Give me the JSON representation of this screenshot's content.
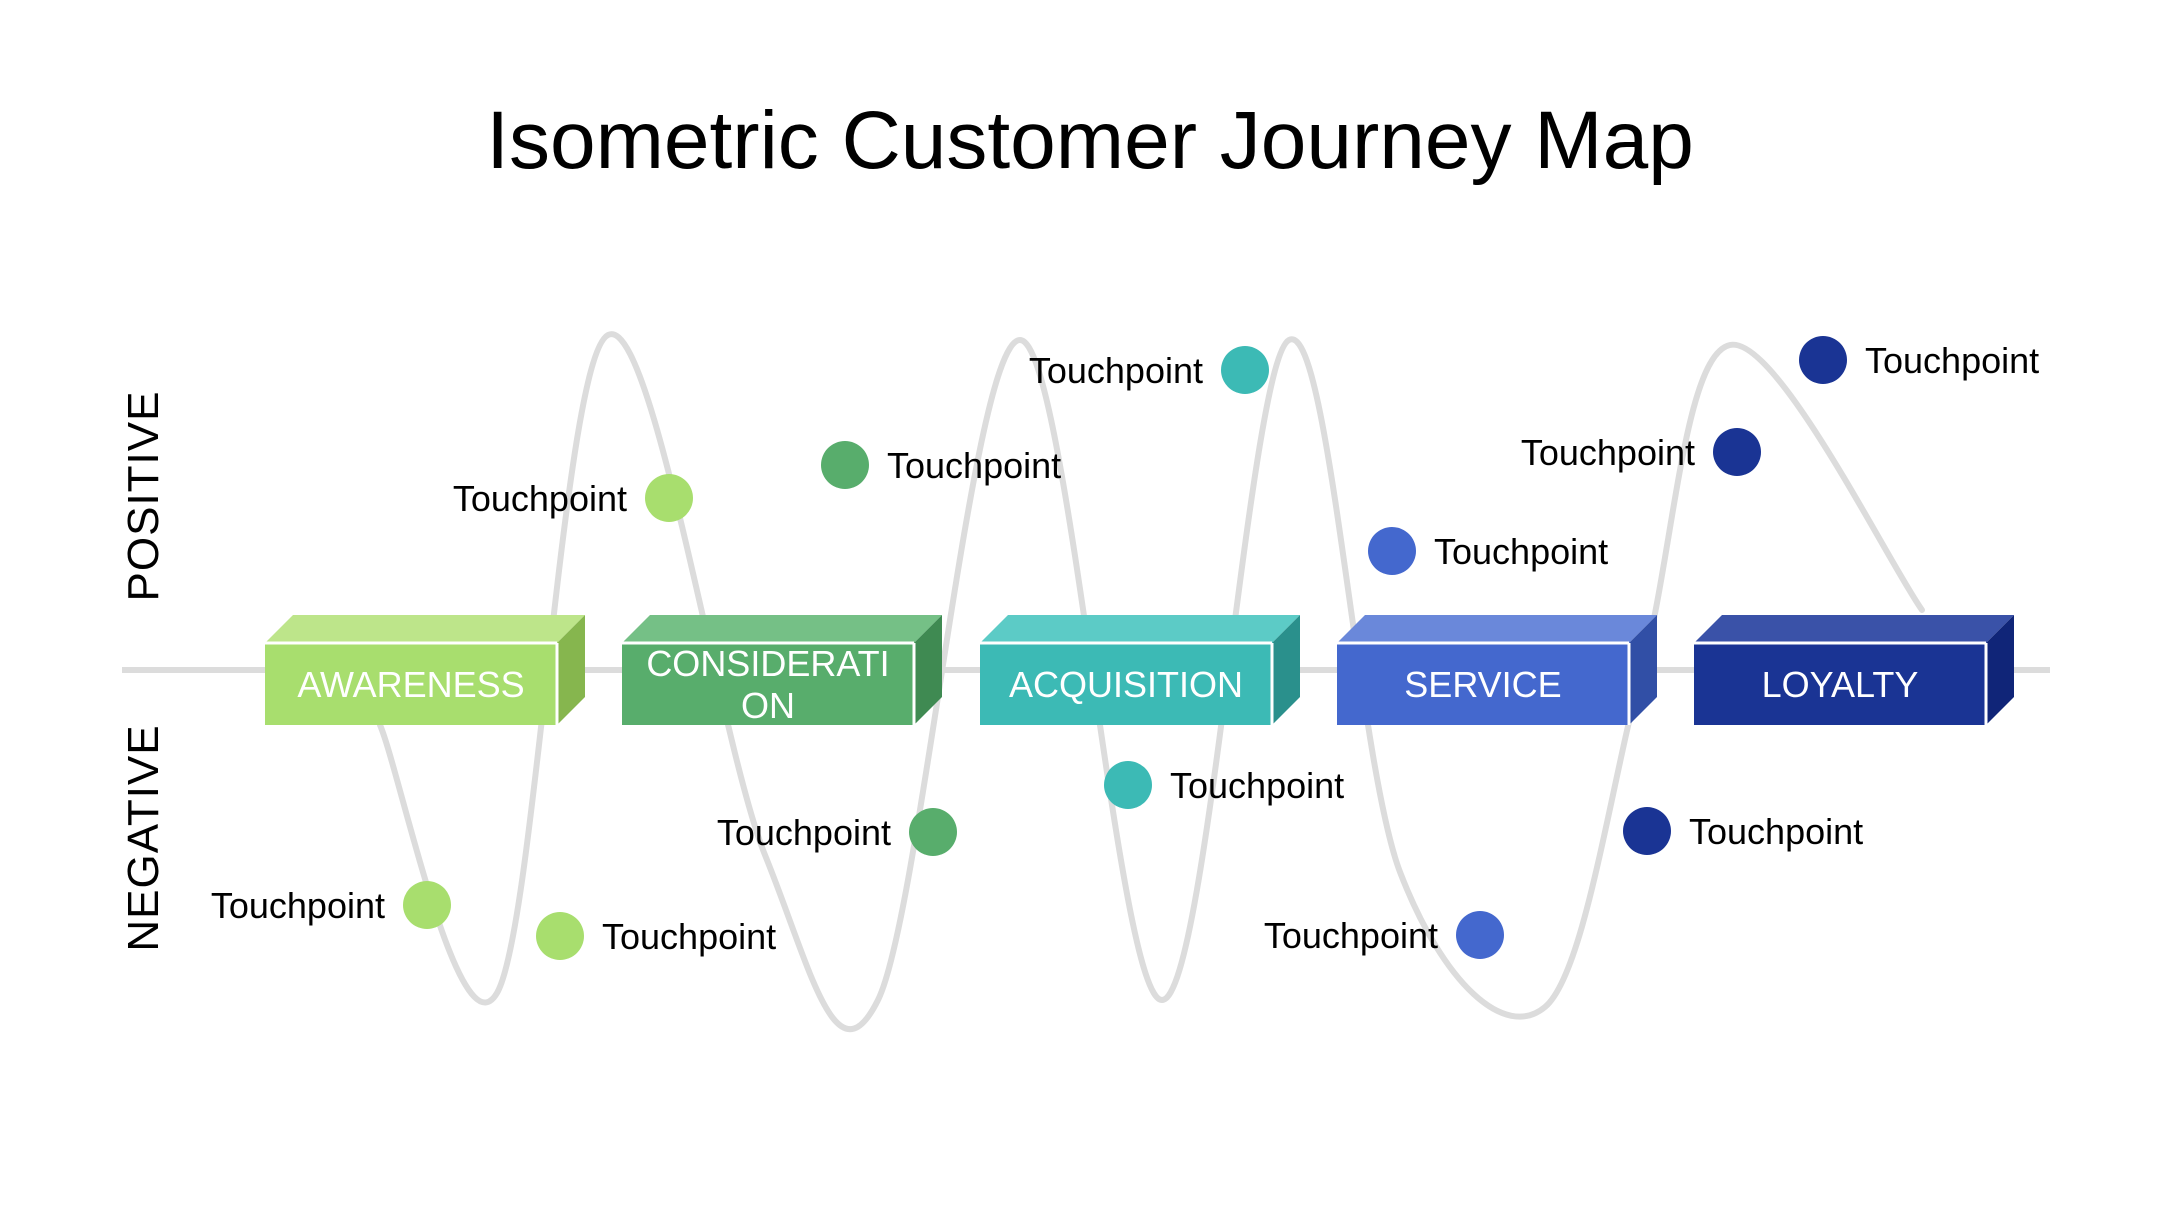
{
  "title": "Isometric Customer Journey Map",
  "axis": {
    "positive": "POSITIVE",
    "negative": "NEGATIVE"
  },
  "colors": {
    "curve": "#dcdcdc",
    "baseline": "#dcdcdc"
  },
  "stages": [
    {
      "label": "AWARENESS",
      "lines": [
        "AWARENESS"
      ],
      "front": "#a8de6e",
      "top": "#bde58a",
      "side": "#86b64e"
    },
    {
      "label": "CONSIDERATION",
      "lines": [
        "CONSIDERATI",
        "ON"
      ],
      "front": "#58ad6c",
      "top": "#75c086",
      "side": "#3f8a52"
    },
    {
      "label": "ACQUISITION",
      "lines": [
        "ACQUISITION"
      ],
      "front": "#3cbab5",
      "top": "#5ccbc6",
      "side": "#2a908c"
    },
    {
      "label": "SERVICE",
      "lines": [
        "SERVICE"
      ],
      "front": "#4468ce",
      "top": "#6a88da",
      "side": "#314fa6"
    },
    {
      "label": "LOYALTY",
      "lines": [
        "LOYALTY"
      ],
      "front": "#1a3494",
      "top": "#3a52a8",
      "side": "#102578"
    }
  ],
  "touchpoints": [
    {
      "label": "Touchpoint",
      "stage": 0,
      "color": "#a8de6e"
    },
    {
      "label": "Touchpoint",
      "stage": 0,
      "color": "#a8de6e"
    },
    {
      "label": "Touchpoint",
      "stage": 0,
      "color": "#a8de6e"
    },
    {
      "label": "Touchpoint",
      "stage": 1,
      "color": "#58ad6c"
    },
    {
      "label": "Touchpoint",
      "stage": 1,
      "color": "#58ad6c"
    },
    {
      "label": "Touchpoint",
      "stage": 2,
      "color": "#3cbab5"
    },
    {
      "label": "Touchpoint",
      "stage": 2,
      "color": "#3cbab5"
    },
    {
      "label": "Touchpoint",
      "stage": 3,
      "color": "#4468ce"
    },
    {
      "label": "Touchpoint",
      "stage": 3,
      "color": "#4468ce"
    },
    {
      "label": "Touchpoint",
      "stage": 4,
      "color": "#1a3494"
    },
    {
      "label": "Touchpoint",
      "stage": 4,
      "color": "#1a3494"
    },
    {
      "label": "Touchpoint",
      "stage": 4,
      "color": "#1a3494"
    }
  ]
}
